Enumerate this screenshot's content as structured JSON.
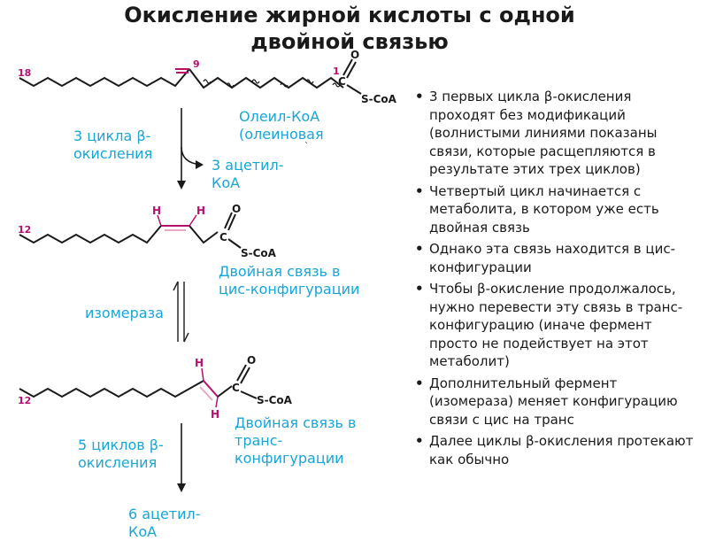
{
  "slide": {
    "title": "Окисление жирной кислоты с одной двойной связью"
  },
  "scheme": {
    "top_molecule": {
      "c18_label": "18",
      "c9_label": "9",
      "c1_label": "1",
      "carbonyl_c": "C",
      "oxygen": "O",
      "coa": "S-CoA"
    },
    "oleyl_coa_note": "Олеил-КоА (олеиновая",
    "oleyl_coa_note_tail": "`",
    "step1_label": "3 цикла β-окисления",
    "step1_product": "3 ацетил-КоА",
    "mid_molecule": {
      "c12_label": "12",
      "h_left": "H",
      "h_right": "H",
      "carbonyl_c": "C",
      "oxygen": "O",
      "coa": "S-CoA"
    },
    "cis_note": "Двойная связь в цис-конфигурации",
    "isomerase_label": "изомераза",
    "bottom_molecule": {
      "c12_label": "12",
      "h_top": "H",
      "h_bottom": "H",
      "carbonyl_c": "C",
      "oxygen": "O",
      "coa": "S-CoA"
    },
    "trans_note": "Двойная связь в транс-конфигурации",
    "step2_label": "5 циклов β-окисления",
    "step2_product": "6 ацетил-КоА"
  },
  "bullets": [
    "3 первых цикла β-окисления проходят без модификаций (волнистыми линиями показаны связи, которые расщепляются в результате этих трех циклов)",
    "Четвертый цикл начинается с метаболита, в котором уже есть двойная связь",
    "Однако эта связь находится в цис-конфигурации",
    "Чтобы β-окисление продолжалось, нужно перевести эту связь в транс-конфигурацию (иначе фермент просто не подействует на этот метаболит)",
    "Дополнительный фермент (изомераза) меняет конфигурацию связи с цис на транс",
    "Далее циклы β-окисления протекают как обычно"
  ],
  "colors": {
    "accent_blue": "#1aa5d6",
    "magenta": "#b5106e",
    "pink_bond": "#e9a7c7"
  }
}
